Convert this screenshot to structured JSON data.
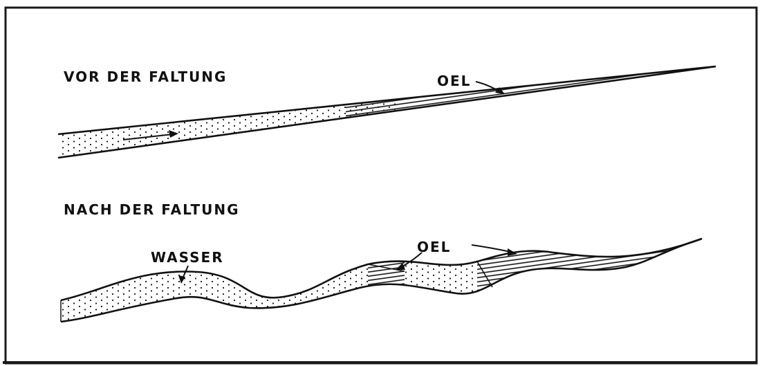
{
  "diagram": {
    "top": {
      "title": "VOR DER FALTUNG",
      "oil_label": "OEL"
    },
    "bottom": {
      "title": "NACH DER FALTUNG",
      "water_label": "WASSER",
      "oil_label": "OEL"
    },
    "colors": {
      "ink": "#111111",
      "background": "#ffffff",
      "frame": "#1a1a1a"
    }
  }
}
